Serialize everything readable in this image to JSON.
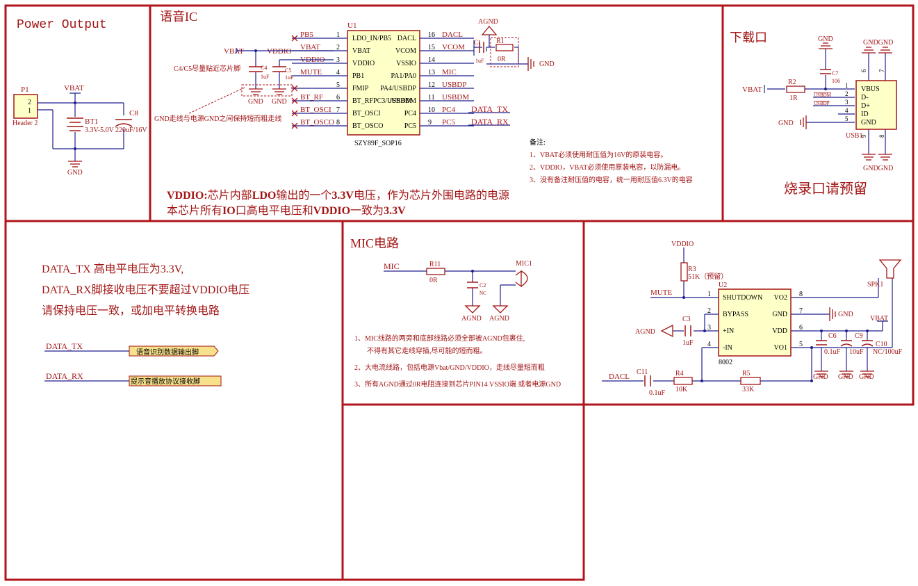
{
  "colors": {
    "border": "#b0141c",
    "wire": "#1f1f8f",
    "net_label": "#a31515",
    "component": "#a31515",
    "chip_fill": "#ffffc8",
    "port_fill": "#f7e18c"
  },
  "power": {
    "title": "Power Output",
    "connector_ref": "P1",
    "connector_pins": [
      "2",
      "1"
    ],
    "connector_name": "Header 2",
    "vbat": "VBAT",
    "battery_ref": "BT1",
    "battery_value": "3.3V-5.0V",
    "cap_ref": "C8",
    "cap_value": "220uF/16V",
    "gnd": "GND"
  },
  "voice": {
    "title": "语音IC",
    "chip_ref": "U1",
    "chip_name": "SZY89F_SOP16",
    "left_pins": [
      {
        "num": "1",
        "name": "LDO_IN/PB5",
        "net": "PB5"
      },
      {
        "num": "2",
        "name": "VBAT",
        "net": "VBAT"
      },
      {
        "num": "3",
        "name": "VDDIO",
        "net": "VDDIO"
      },
      {
        "num": "4",
        "name": "PB1",
        "net": "MUTE"
      },
      {
        "num": "5",
        "name": "FMIP",
        "net": ""
      },
      {
        "num": "6",
        "name": "BT_RFPC3/USBDM",
        "net": "BT_RF"
      },
      {
        "num": "7",
        "name": "BT_OSCI",
        "net": "BT_OSCI"
      },
      {
        "num": "8",
        "name": "BT_OSCO",
        "net": "BT_OSCO"
      }
    ],
    "right_pins": [
      {
        "num": "16",
        "name": "DACL",
        "net": "DACL"
      },
      {
        "num": "15",
        "name": "VCOM",
        "net": "VCOM"
      },
      {
        "num": "14",
        "name": "VSSIO",
        "net": ""
      },
      {
        "num": "13",
        "name": "PA1/PA0",
        "net": "MIC"
      },
      {
        "num": "12",
        "name": "PA4/USBDP",
        "net": "USBDP"
      },
      {
        "num": "11",
        "name": "/USBDM",
        "net": "USBDM"
      },
      {
        "num": "10",
        "name": "PC4",
        "net": "PC4"
      },
      {
        "num": "9",
        "name": "PC5",
        "net": "PC5"
      }
    ],
    "vbat_net": "VBAT",
    "vddio_net": "VDDIO",
    "c4_ref": "C4",
    "c4_value": "1uF",
    "c5_ref": "C5",
    "c5_value": "1uF",
    "cap_note": "C4/C5尽量贴近芯片脚",
    "gnd_note": "GND走线与电源GND之间保持短而粗走线",
    "c1_ref": "C1",
    "c1_value": "1uF",
    "r1_ref": "R1",
    "r1_value": "0R",
    "agnd": "AGND",
    "gnd": "GND",
    "data_tx": "DATA_TX",
    "data_rx": "DATA_RX",
    "notes_title": "备注:",
    "notes": [
      "1、VBAT必须使用耐压值为16V的原装电容。",
      "2、VDDIO，VBAT必须使用原装电容，以防漏电。",
      "3、没有备注耐压值的电容，统一用耐压值6.3V的电容"
    ],
    "desc_line1_parts": [
      "VDDIO:",
      "芯片内部",
      "LDO",
      "输出的一个",
      "3.3V",
      "电压，作为芯片外围电路的电源"
    ],
    "desc_line2_parts": [
      "本芯片所有",
      "IO",
      "口高电平电压和",
      "VDDIO",
      "一致为",
      "3.3V"
    ]
  },
  "download": {
    "title": "下载口",
    "gnd": "GND",
    "c7_ref": "C7",
    "c7_value": "106",
    "vbat": "VBAT",
    "r2_ref": "R2",
    "r2_value": "1R",
    "usbdm": "USBDM",
    "usbdp": "USBDP",
    "connector_ref": "USB1",
    "pins": [
      {
        "num": "1",
        "name": "VBUS"
      },
      {
        "num": "2",
        "name": "D-"
      },
      {
        "num": "3",
        "name": "D+"
      },
      {
        "num": "4",
        "name": "ID"
      },
      {
        "num": "5",
        "name": "GND"
      }
    ],
    "top_pins": [
      "6",
      "7"
    ],
    "bottom_pins": [
      "9",
      "8"
    ],
    "gndgnd": "GNDGND",
    "gnd_left": "GND",
    "note": "烧录口请预留"
  },
  "uart": {
    "line1": "DATA_TX 高电平电压为3.3V,",
    "line2": "DATA_RX脚接收电压不要超过VDDIO电压",
    "line3": "请保持电压一致，或加电平转换电路",
    "tx_net": "DATA_TX",
    "tx_port": "语音识别数据输出脚",
    "rx_net": "DATA_RX",
    "rx_port": "提示音播放协议接收脚"
  },
  "mic": {
    "title": "MIC电路",
    "net": "MIC",
    "r11_ref": "R11",
    "r11_value": "0R",
    "c2_ref": "C2",
    "c2_value": "NC",
    "mic_ref": "MIC1",
    "agnd": "AGND",
    "notes": [
      "1、MIC线路的两旁和底部线路必须全部被AGND包裹住,",
      "不得有其它走线穿插,尽可能的短而粗。",
      "2、大电流线路，包括电源Vbat/GND/VDDIO，走线尽量短而粗",
      "3、所有AGND通过0R电阻连接到芯片PIN14  VSSIO端 或者电源GND"
    ]
  },
  "amp": {
    "vddio": "VDDIO",
    "r3_ref": "R3",
    "r3_value": "51K（预留）",
    "chip_ref": "U2",
    "chip_name": "8002",
    "mute": "MUTE",
    "left_pins": [
      {
        "num": "1",
        "name": "SHUTDOWN"
      },
      {
        "num": "2",
        "name": "BYPASS"
      },
      {
        "num": "3",
        "name": "+IN"
      },
      {
        "num": "4",
        "name": "-IN"
      }
    ],
    "right_pins": [
      {
        "num": "8",
        "name": "VO2"
      },
      {
        "num": "7",
        "name": "GND"
      },
      {
        "num": "6",
        "name": "VDD"
      },
      {
        "num": "5",
        "name": "VO1"
      }
    ],
    "spk_ref": "SPK1",
    "gnd": "GND",
    "agnd": "AGND",
    "c3_ref": "C3",
    "c3_value": "1uF",
    "vbat": "VBAT",
    "c6_ref": "C6",
    "c6_value": "0.1uF",
    "c9_ref": "C9",
    "c9_value": "10uF",
    "c10_ref": "C10",
    "c10_value": "NC/100uF",
    "dacl": "DACL",
    "c11_ref": "C11",
    "c11_value": "0.1uF",
    "r4_ref": "R4",
    "r4_value": "10K",
    "r5_ref": "R5",
    "r5_value": "33K"
  }
}
